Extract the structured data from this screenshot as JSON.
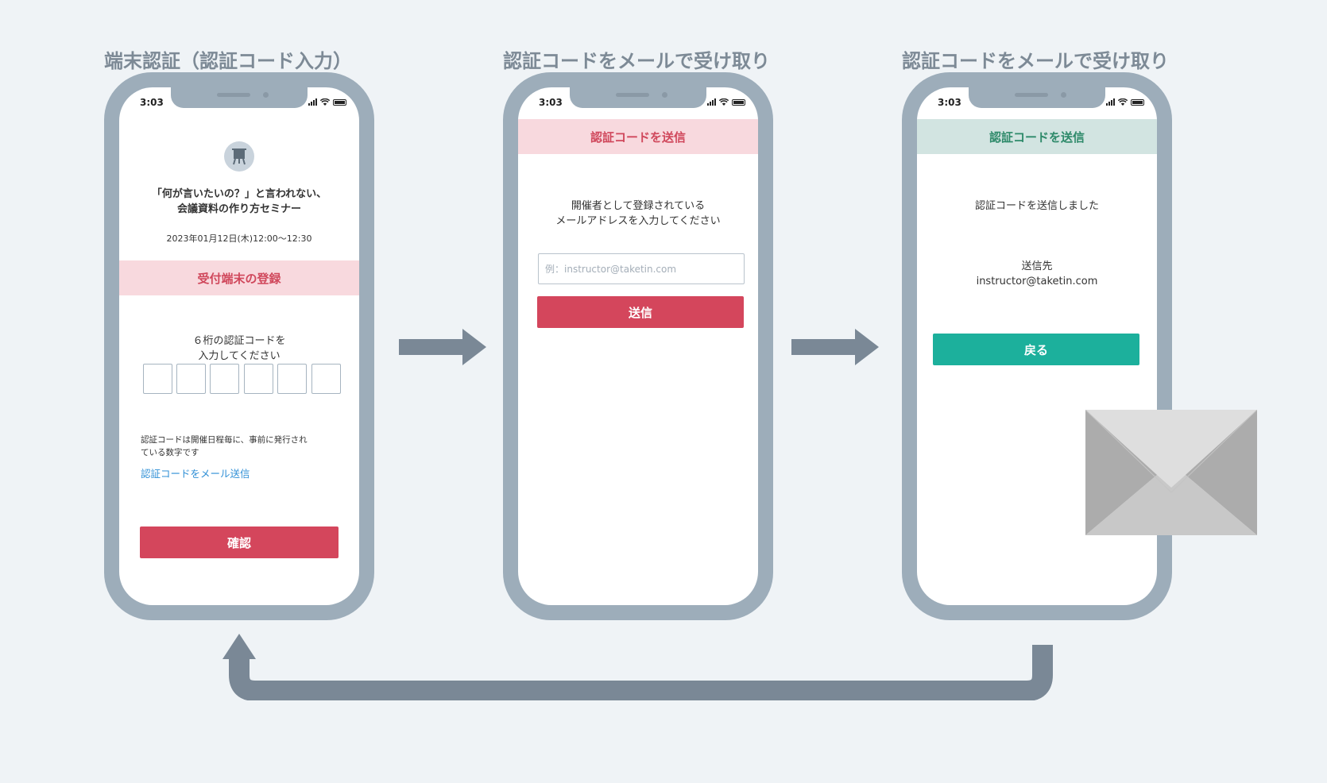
{
  "captions": {
    "step1": "端末認証（認証コード入力）",
    "step2": "認証コードをメールで受け取り",
    "step3": "認証コードをメールで受け取り"
  },
  "status_time": "3:03",
  "phone1": {
    "seminar_title_line1": "「何が言いたいの？」と言われない、",
    "seminar_title_line2": "会議資料の作り方セミナー",
    "datetime": "2023年01月12日(木)12:00〜12:30",
    "band_label": "受付端末の登録",
    "instruction_line1": "６桁の認証コードを",
    "instruction_line2": "入力してください",
    "note_line1": "認証コードは開催日程毎に、事前に発行され",
    "note_line2": "ている数字です",
    "email_link": "認証コードをメール送信",
    "confirm_button": "確認"
  },
  "phone2": {
    "band_label": "認証コードを送信",
    "instruction_line1": "開催者として登録されている",
    "instruction_line2": "メールアドレスを入力してください",
    "email_placeholder": "例：instructor@taketin.com",
    "send_button": "送信"
  },
  "phone3": {
    "band_label": "認証コードを送信",
    "sent_message": "認証コードを送信しました",
    "destination_label": "送信先",
    "destination_email": "instructor@taketin.com",
    "back_button": "戻る"
  },
  "colors": {
    "background": "#eff3f6",
    "phone_frame": "#9dadba",
    "arrow": "#7a8896",
    "primary_red": "#d4465c",
    "pink_band": "#f8d9de",
    "green_band": "#d2e4e1",
    "teal_button": "#1cb09c",
    "link_blue": "#2f8fd6"
  },
  "icons": [
    "easel-icon",
    "signal-icon",
    "wifi-icon",
    "battery-icon",
    "arrow-right-icon",
    "return-arrow-icon",
    "envelope-icon"
  ]
}
